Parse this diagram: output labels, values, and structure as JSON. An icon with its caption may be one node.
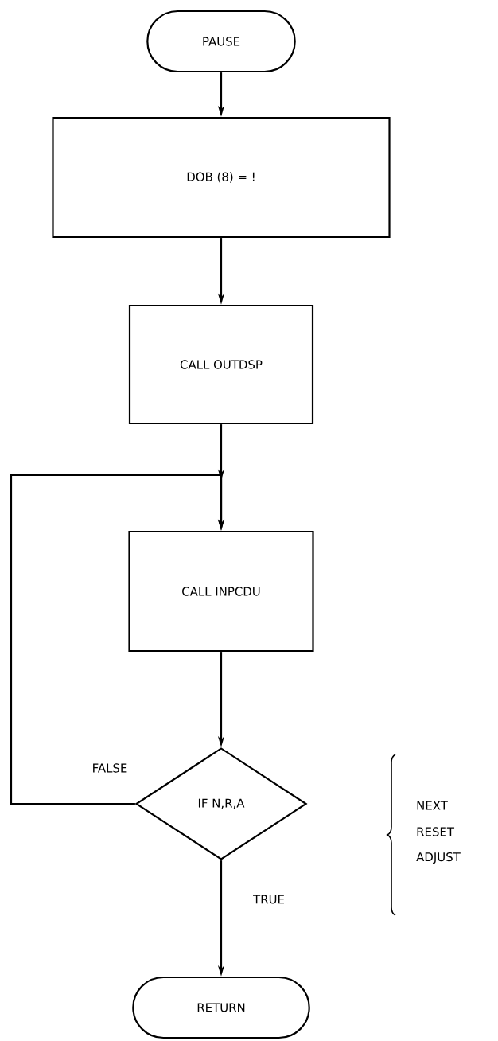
{
  "diagram": {
    "nodes": [
      {
        "text": [
          "PAUSE"
        ]
      },
      {
        "text": [
          "DOB (8) = !"
        ]
      },
      {
        "text": [
          "CALL OUTDSP"
        ]
      },
      {
        "text": [
          "CALL INPCDU"
        ]
      },
      {
        "text": [
          "IF N,R,A"
        ]
      },
      {
        "text": [
          "RETURN"
        ]
      }
    ],
    "edges": [
      {
        "from": 0,
        "to": 1,
        "arrow": "to"
      },
      {
        "from": 1,
        "to": 2,
        "arrow": "to"
      },
      {
        "from": 2,
        "to": 3,
        "arrow": "to"
      },
      {
        "from": 3,
        "to": 4,
        "arrow": "to"
      },
      {
        "from": 4,
        "to": 3,
        "arrow": "to",
        "label": "FALSE"
      },
      {
        "from": 4,
        "to": 5,
        "arrow": "to",
        "label": "TRUE"
      }
    ],
    "labels": [
      "NEXT",
      "RESET",
      "ADJUST"
    ]
  }
}
